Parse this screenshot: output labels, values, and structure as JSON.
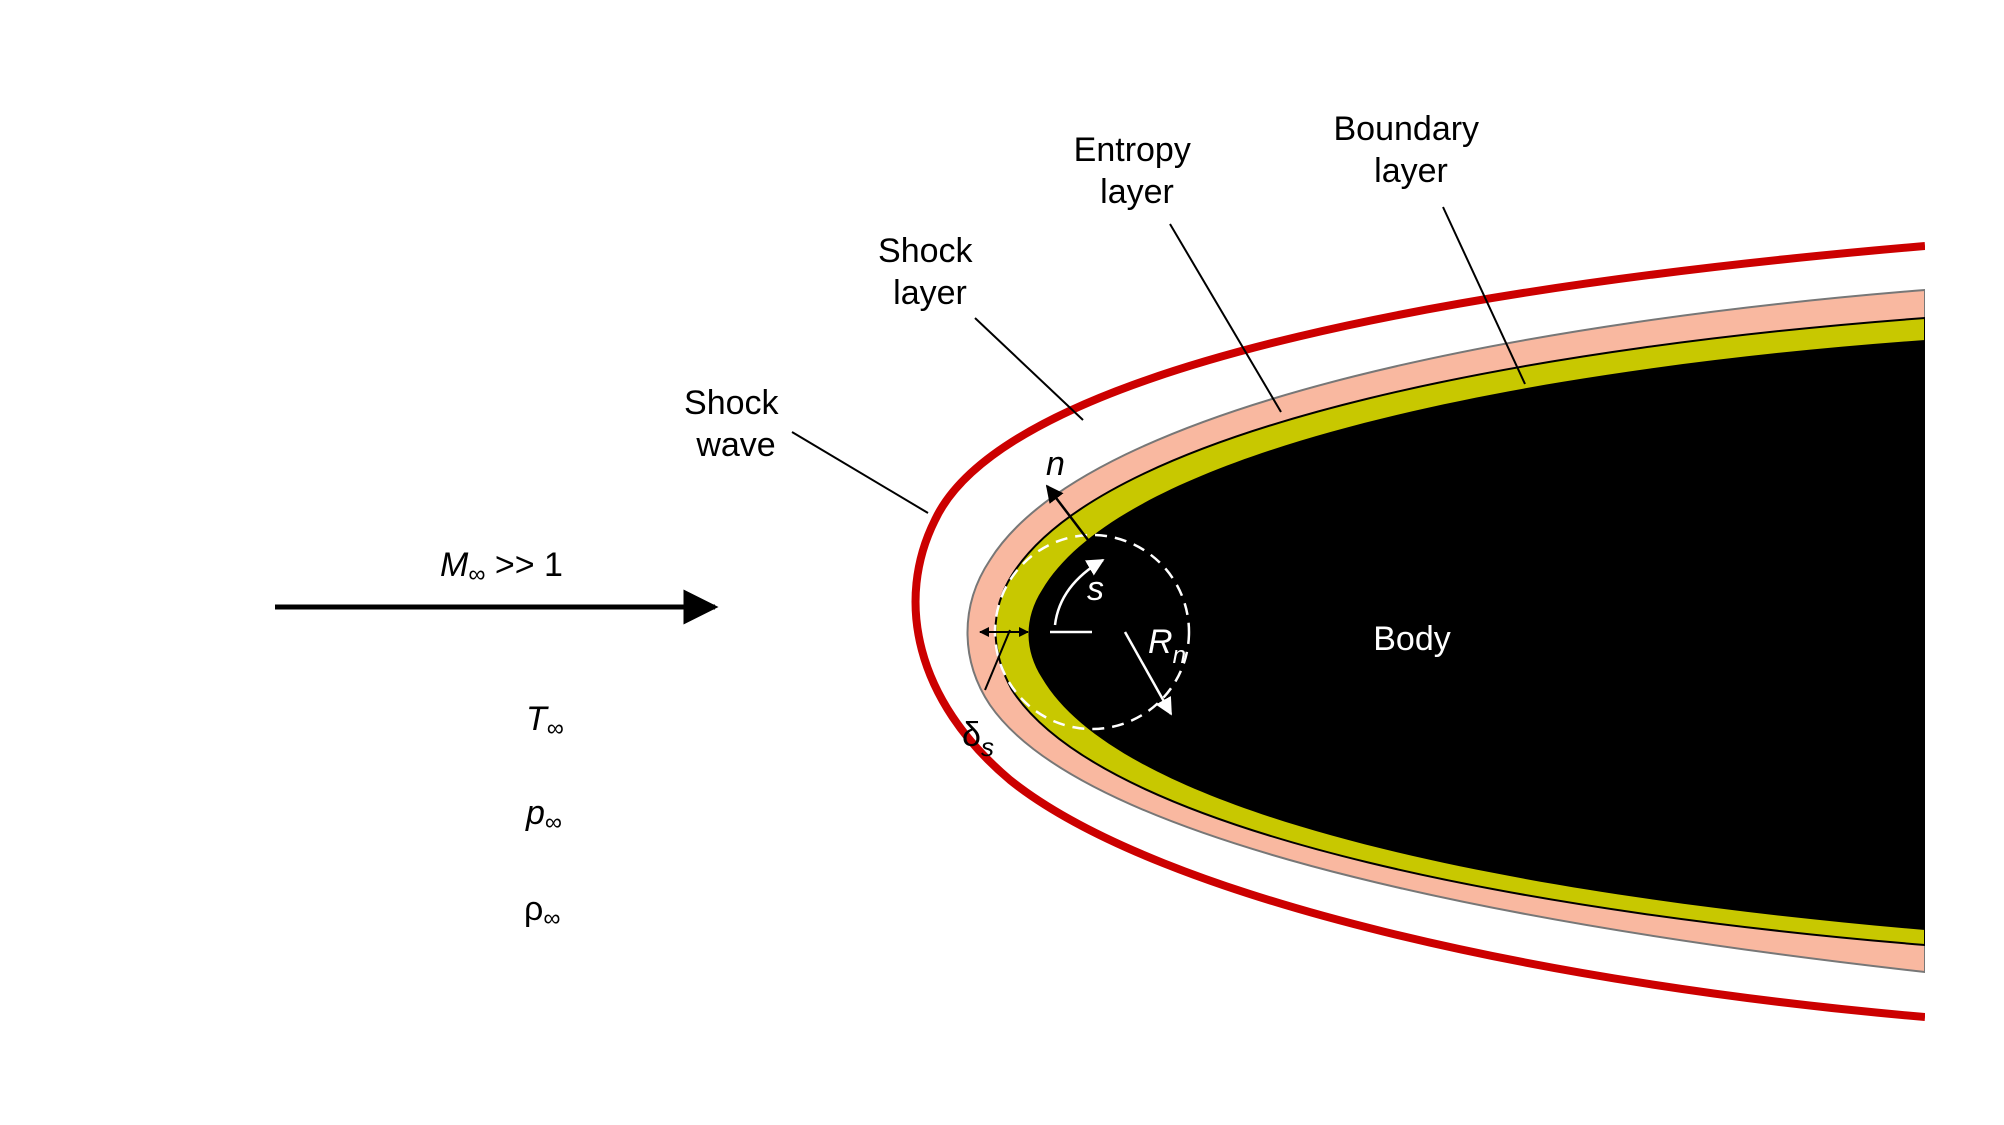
{
  "labels": {
    "shock_wave": [
      "Shock",
      "wave"
    ],
    "shock_layer": [
      "Shock",
      "layer"
    ],
    "entropy_layer": [
      "Entropy",
      "layer"
    ],
    "boundary_layer": [
      "Boundary",
      "layer"
    ],
    "body": "Body",
    "freestream_mach": {
      "symbol": "M",
      "sub": "∞",
      "rest": " >> 1"
    },
    "freestream_temperature": {
      "symbol": "T",
      "sub": "∞"
    },
    "freestream_pressure": {
      "symbol": "p",
      "sub": "∞"
    },
    "freestream_density": {
      "symbol": "ρ",
      "sub": "∞"
    },
    "normal_coordinate": "n",
    "surface_coordinate": "s",
    "nose_radius": {
      "symbol": "R",
      "sub": "n"
    },
    "shock_standoff": {
      "symbol": "δ",
      "sub": "s"
    }
  },
  "colors": {
    "shock_wave": "#cc0000",
    "entropy_layer": "#f9b8a0",
    "boundary_layer": "#c8c800",
    "body": "#000000",
    "background": "#ffffff"
  }
}
